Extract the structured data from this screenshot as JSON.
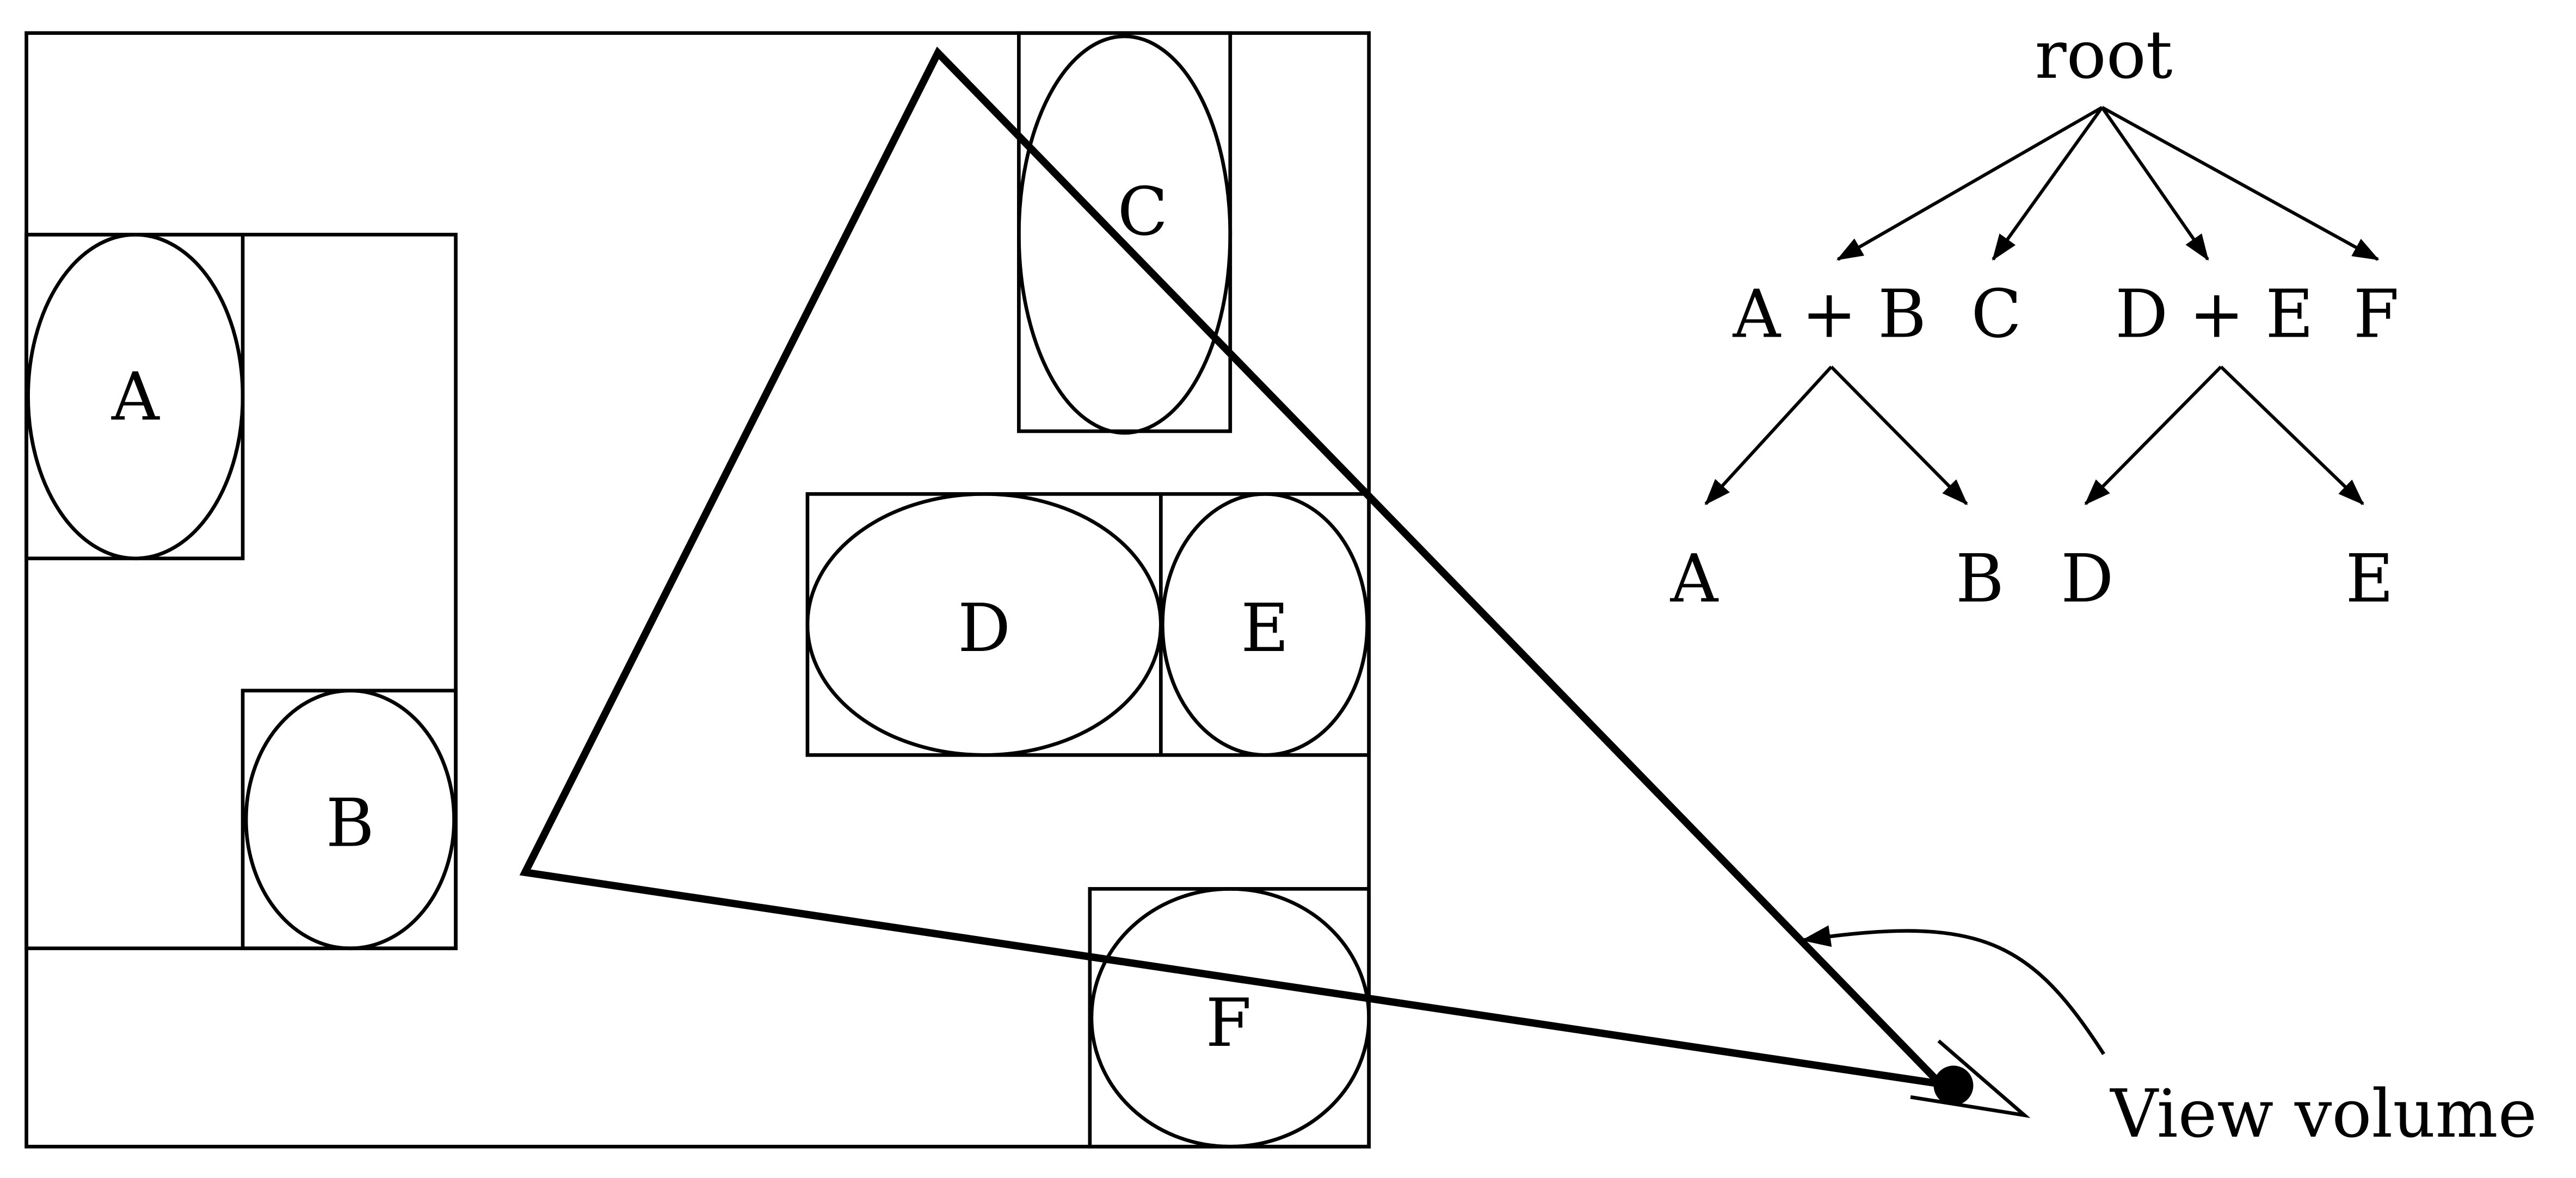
{
  "scene": {
    "objects": {
      "a": "A",
      "b": "B",
      "c": "C",
      "d": "D",
      "e": "E",
      "f": "F"
    },
    "view_volume_label": "View volume"
  },
  "tree": {
    "root": "root",
    "level1": [
      "A + B",
      "C",
      "D + E",
      "F"
    ],
    "level2": [
      "A",
      "B",
      "D",
      "E"
    ]
  },
  "colors": {
    "stroke": "#000000",
    "background": "#ffffff"
  }
}
